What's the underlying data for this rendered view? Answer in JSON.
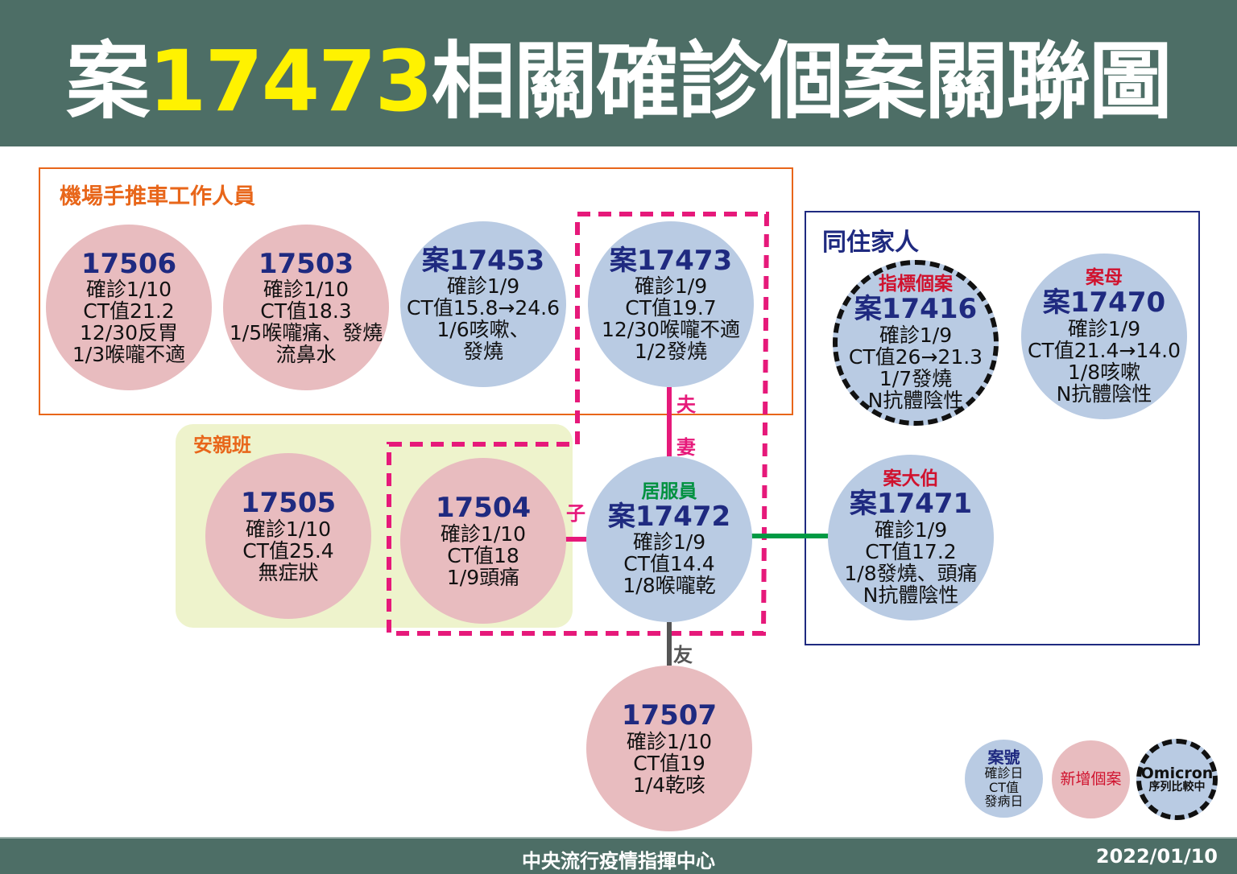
{
  "header": {
    "title_prefix": "案",
    "title_number": "17473",
    "title_suffix": "相關確診個案關聯圖"
  },
  "groups": {
    "airport": "機場手推車工作人員",
    "family": "同住家人",
    "daycare": "安親班"
  },
  "relations": {
    "husband": "夫",
    "wife": "妻",
    "child": "子",
    "friend": "友"
  },
  "colors": {
    "pink": "#e8bcbf",
    "blue": "#b9cbe3",
    "magenta": "#e6197a",
    "green": "#009a44",
    "orange": "#e8661a",
    "navy": "#1f2a80"
  },
  "nodes": [
    {
      "id": "17506",
      "type": "new",
      "lines": [
        "確診1/10",
        "CT值21.2",
        "12/30反胃",
        "1/3喉嚨不適"
      ]
    },
    {
      "id": "17503",
      "type": "new",
      "lines": [
        "確診1/10",
        "CT值18.3",
        "1/5喉嚨痛、發燒",
        "流鼻水"
      ]
    },
    {
      "id": "案17453",
      "type": "case",
      "lines": [
        "確診1/9",
        "CT值15.8→24.6",
        "1/6咳嗽、",
        "發燒"
      ]
    },
    {
      "id": "案17473",
      "type": "case",
      "lines": [
        "確診1/9",
        "CT值19.7",
        "12/30喉嚨不適",
        "1/2發燒"
      ]
    },
    {
      "id": "17505",
      "type": "new",
      "lines": [
        "確診1/10",
        "CT值25.4",
        "無症狀"
      ]
    },
    {
      "id": "17504",
      "type": "new",
      "lines": [
        "確診1/10",
        "CT值18",
        "1/9頭痛"
      ]
    },
    {
      "id": "案17472",
      "type": "case",
      "tag": "居服員",
      "lines": [
        "確診1/9",
        "CT值14.4",
        "1/8喉嚨乾"
      ]
    },
    {
      "id": "案17416",
      "type": "case",
      "tag": "指標個案",
      "omicron": true,
      "lines": [
        "確診1/9",
        "CT值26→21.3",
        "1/7發燒",
        "N抗體陰性"
      ]
    },
    {
      "id": "案17470",
      "type": "case",
      "tag": "案母",
      "lines": [
        "確診1/9",
        "CT值21.4→14.0",
        "1/8咳嗽",
        "N抗體陰性"
      ]
    },
    {
      "id": "案17471",
      "type": "case",
      "tag": "案大伯",
      "lines": [
        "確診1/9",
        "CT值17.2",
        "1/8發燒、頭痛",
        "N抗體陰性"
      ]
    },
    {
      "id": "17507",
      "type": "new",
      "lines": [
        "確診1/10",
        "CT值19",
        "1/4乾咳"
      ]
    }
  ],
  "legend": {
    "case_id": "案號",
    "case_lines": [
      "確診日",
      "CT值",
      "發病日"
    ],
    "new_case": "新增個案",
    "omicron": "Omicron",
    "omicron_sub": "序列比較中"
  },
  "footer": {
    "org": "中央流行疫情指揮中心",
    "date": "2022/01/10"
  }
}
